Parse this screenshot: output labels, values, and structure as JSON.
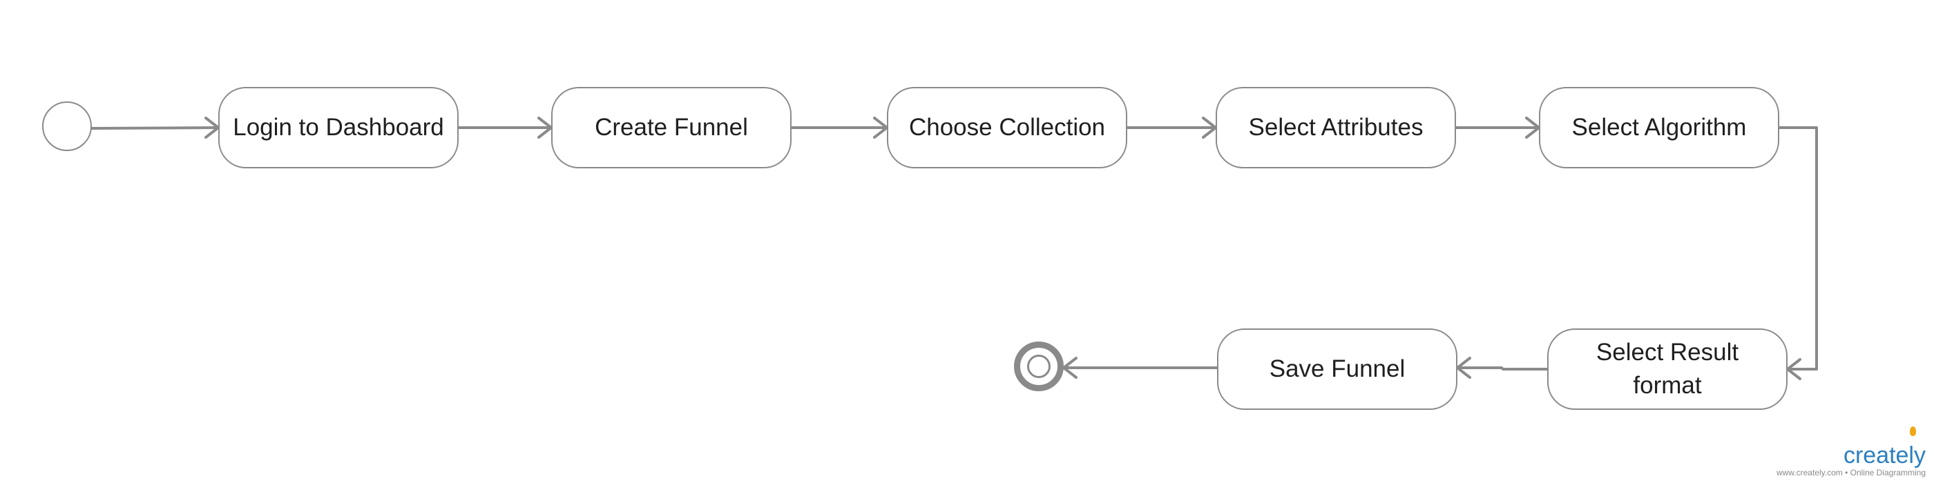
{
  "diagram": {
    "nodes": {
      "login": "Login to Dashboard",
      "create_funnel": "Create Funnel",
      "choose_collection": "Choose Collection",
      "select_attributes": "Select Attributes",
      "select_algorithm": "Select Algorithm",
      "select_result_format": "Select Result\nformat",
      "save_funnel": "Save Funnel"
    },
    "colors": {
      "stroke": "#8a8a8a",
      "text": "#1f1f1f",
      "background": "#ffffff"
    }
  },
  "branding": {
    "logo_text": "creately",
    "tagline": "www.creately.com • Online Diagramming",
    "logo_color": "#2b7fc0",
    "bulb_color": "#f0a818"
  }
}
